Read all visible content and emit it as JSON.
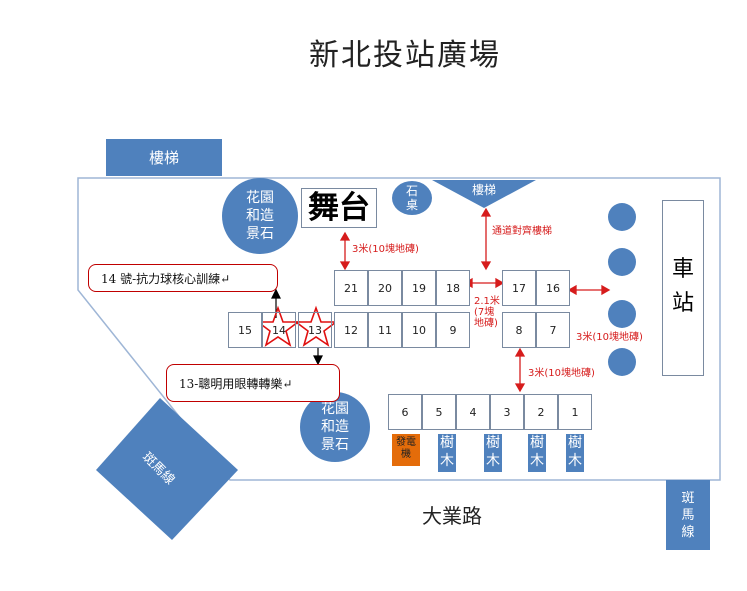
{
  "title": "新北投站廣場",
  "stairs_top": "樓梯",
  "stairs_mid": "樓梯",
  "stage": "舞台",
  "stone_table": "石\n桌",
  "garden_rock_1": "花園\n和造\n景石",
  "garden_rock_2": "花園\n和造\n景石",
  "station": "車\n站",
  "crosswalk_left": "斑馬線",
  "crosswalk_right": "斑\n馬\n線",
  "road": "大業路",
  "generator": "發電\n機",
  "tree": "樹\n木",
  "stalls": {
    "s1": "1",
    "s2": "2",
    "s3": "3",
    "s4": "4",
    "s5": "5",
    "s6": "6",
    "s7": "7",
    "s8": "8",
    "s9": "9",
    "s10": "10",
    "s11": "11",
    "s12": "12",
    "s13": "13",
    "s14": "14",
    "s15": "15",
    "s16": "16",
    "s17": "17",
    "s18": "18",
    "s19": "19",
    "s20": "20",
    "s21": "21"
  },
  "notes": {
    "stage_gap": "3米(10塊地磚)",
    "corridor": "通道對齊樓梯",
    "mid_gap": "2.1米\n(7塊\n地磚)",
    "station_gap": "3米(10塊地磚)",
    "bottom_gap": "3米(10塊地磚)"
  },
  "callouts": {
    "c14": "14 號-抗力球核心訓練↵",
    "c13": "13-聰明用眼轉轉樂↵"
  },
  "colors": {
    "blue": "#4f81bd",
    "red": "#d61c1c",
    "generator": "#e46c0a"
  }
}
